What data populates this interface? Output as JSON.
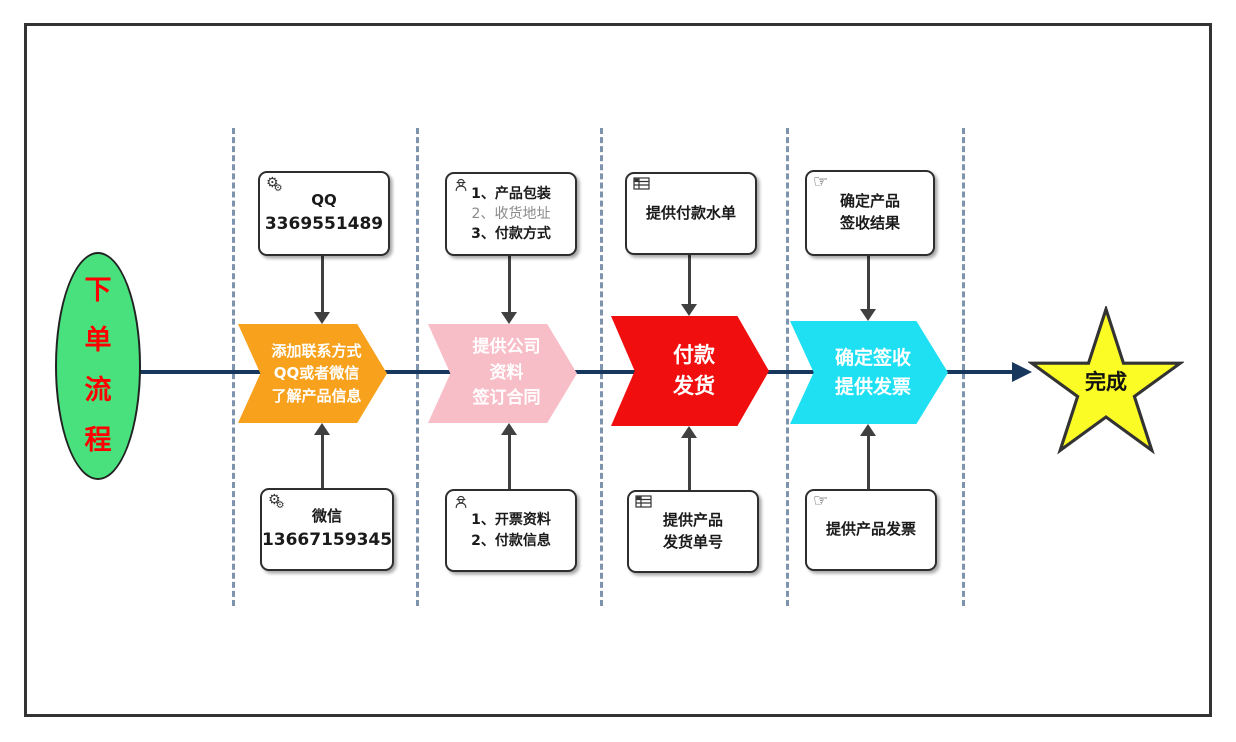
{
  "colors": {
    "frame_border": "#333333",
    "main_line": "#17375C",
    "phase_divider": "#7E93AD",
    "connector": "#404040",
    "start_fill": "#48E17D",
    "start_text": "#FF0000",
    "chevron_1": "#F7A11C",
    "chevron_2": "#F8BEC8",
    "chevron_3": "#F10E0E",
    "chevron_4": "#1FE0F2",
    "star_fill": "#FBFB26"
  },
  "start_node": {
    "label": "下单流程",
    "chars": [
      "下",
      "单",
      "流",
      "程"
    ]
  },
  "finish_node": {
    "label": "完成"
  },
  "lanes": [
    {
      "top_box": {
        "icon": "gears-icon",
        "lines": [
          "QQ",
          "3369551489"
        ]
      },
      "chevron": {
        "lines": [
          "添加联系方式",
          "QQ或者微信",
          "了解产品信息"
        ]
      },
      "bottom_box": {
        "icon": "gears-icon",
        "lines": [
          "微信",
          "13667159345"
        ]
      }
    },
    {
      "top_box": {
        "icon": "engineer-icon",
        "lines": [
          "1、产品包装",
          "2、收货地址",
          "3、付款方式"
        ]
      },
      "chevron": {
        "lines": [
          "提供公司",
          "资料",
          "签订合同"
        ]
      },
      "bottom_box": {
        "icon": "engineer-icon",
        "lines": [
          "1、开票资料",
          "2、付款信息"
        ]
      }
    },
    {
      "top_box": {
        "icon": "table-icon",
        "lines": [
          "提供付款水单"
        ]
      },
      "chevron": {
        "lines": [
          "付款",
          "发货"
        ]
      },
      "bottom_box": {
        "icon": "table-icon",
        "lines": [
          "提供产品",
          "发货单号"
        ]
      }
    },
    {
      "top_box": {
        "icon": "hand-icon",
        "lines": [
          "确定产品",
          "签收结果"
        ]
      },
      "chevron": {
        "lines": [
          "确定签收",
          "提供发票"
        ]
      },
      "bottom_box": {
        "icon": "hand-icon",
        "lines": [
          "提供产品发票"
        ]
      }
    }
  ]
}
